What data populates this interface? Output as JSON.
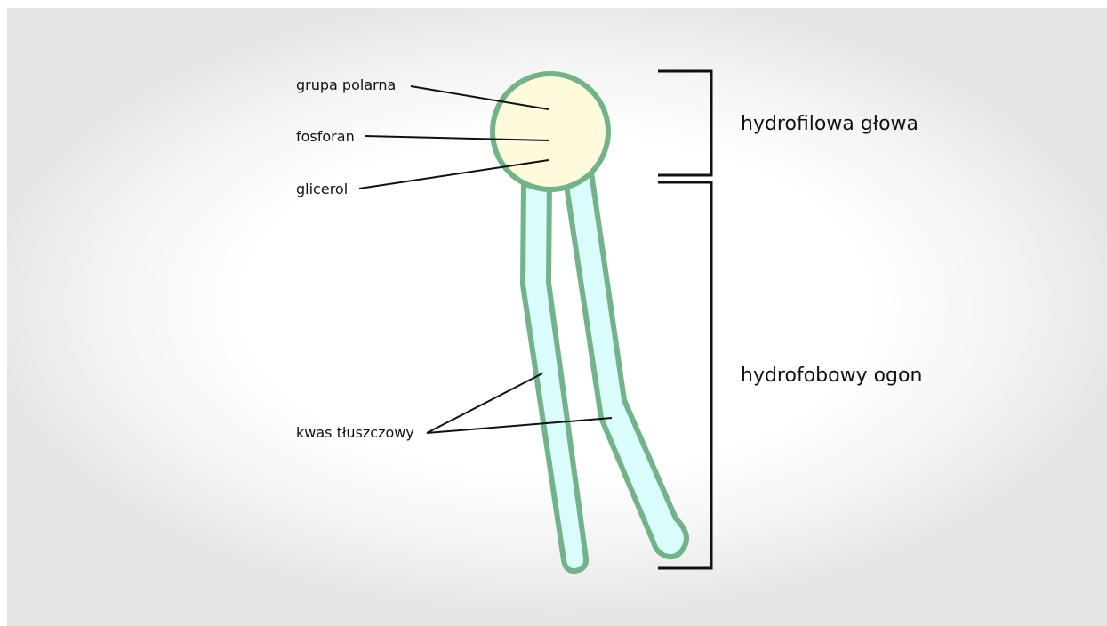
{
  "colors": {
    "outline": "#72b38a",
    "head_fill": "#fefbdd",
    "tail_fill": "#dafcfc",
    "line": "#111111"
  },
  "labels": {
    "polar_group": "grupa polarna",
    "phosphate": "fosforan",
    "glycerol": "glicerol",
    "fatty_acid": "kwas tłuszczowy",
    "hydrophilic_head": "hydrofilowa głowa",
    "hydrophobic_tail": "hydrofobowy ogon"
  }
}
